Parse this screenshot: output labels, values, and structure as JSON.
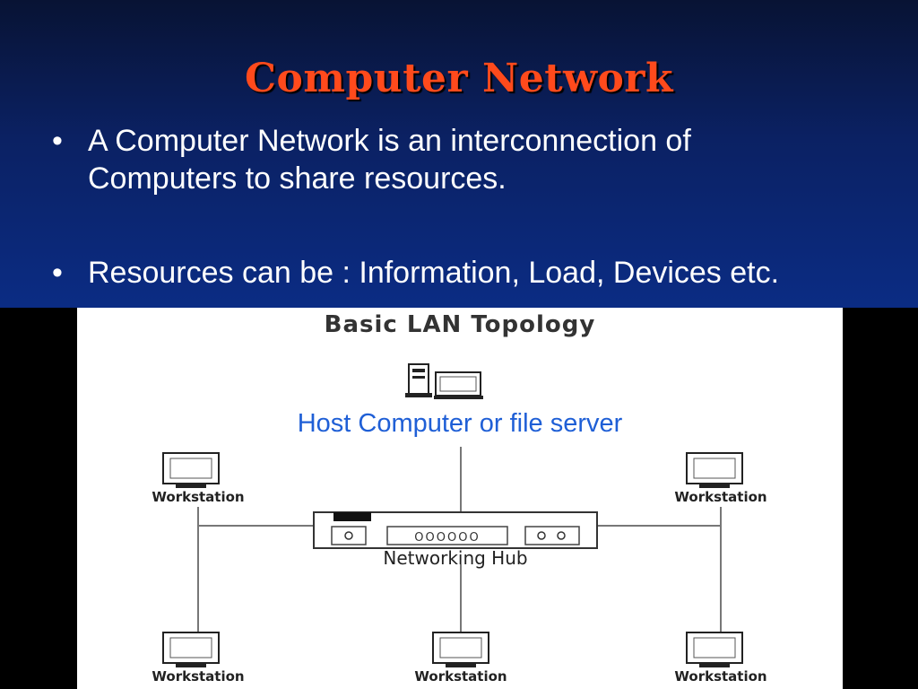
{
  "slide": {
    "title": "Computer Network",
    "bullets": [
      {
        "marker": "•",
        "lines": [
          "A Computer Network is an interconnection of",
          "Computers to share resources."
        ]
      },
      {
        "marker": "•",
        "lines": [
          "Resources can be : Information, Load, Devices etc."
        ]
      }
    ]
  },
  "diagram": {
    "title": "Basic LAN Topology",
    "server_label": "Host Computer or file server",
    "hub_label": "Networking Hub",
    "workstation_label": "Workstation",
    "hub_port_glyphs": "OOOOOO",
    "colors": {
      "title": "#ff4a1c",
      "server_label": "#1f5fd6",
      "band_bottom": "#0b2c84"
    }
  }
}
